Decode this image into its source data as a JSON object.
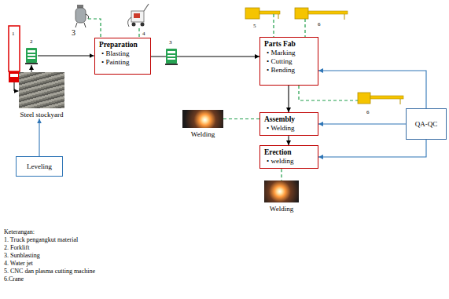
{
  "diagram": {
    "nodes": [
      {
        "text": [
          "Steel stockyard"
        ]
      },
      {
        "text": [
          "Leveling"
        ]
      },
      {
        "text": [
          "Preparation",
          "• Blasting",
          "• Painting"
        ]
      },
      {
        "text": [
          "Parts Fab",
          "• Marking",
          "• Cutting",
          "• Bending"
        ]
      },
      {
        "text": [
          "Assembly",
          "• Welding"
        ]
      },
      {
        "text": [
          "Erection",
          "• welding"
        ]
      },
      {
        "text": [
          "Welding"
        ]
      },
      {
        "text": [
          "Welding"
        ]
      },
      {
        "text": [
          "QA-QC"
        ]
      }
    ],
    "edges": [
      {
        "from": 1,
        "to": 0,
        "arrow": "to"
      },
      {
        "from": 2,
        "to": 3,
        "arrow": "to"
      },
      {
        "from": 3,
        "to": 4,
        "arrow": "to"
      },
      {
        "from": 4,
        "to": 5,
        "arrow": "to"
      },
      {
        "from": 6,
        "to": 4,
        "arrow": "none"
      },
      {
        "from": 5,
        "to": 7,
        "arrow": "none"
      },
      {
        "from": 8,
        "to": 3,
        "arrow": "to"
      },
      {
        "from": 8,
        "to": 4,
        "arrow": "to"
      },
      {
        "from": 8,
        "to": 5,
        "arrow": "to"
      }
    ],
    "labels": [
      "1",
      "2",
      "3",
      "4",
      "3",
      "5",
      "6",
      "6",
      "Keterangan:",
      "1. Truck pengangkut material",
      "2. Forklift",
      "3. Sunblasting",
      "4. Water jet",
      "5. CNC dan plasma cutting machine",
      "6.Crane"
    ]
  }
}
